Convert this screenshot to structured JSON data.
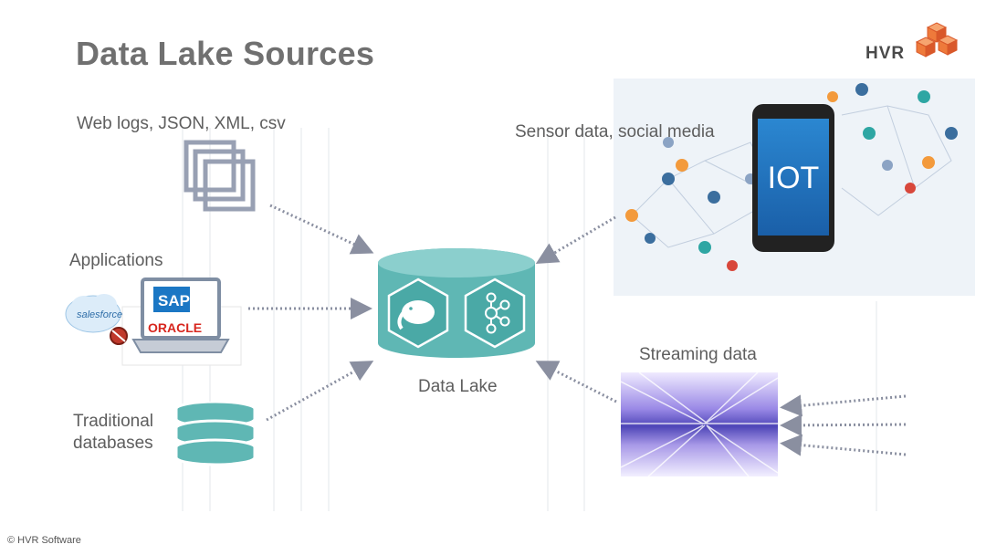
{
  "slide": {
    "title": "Data Lake Sources",
    "footer": "© HVR Software"
  },
  "brand": {
    "logo_text": "HVR",
    "accent": "#f07a3c"
  },
  "sources": {
    "web_logs": "Web logs, JSON, XML, csv",
    "applications": "Applications",
    "traditional_db_line1": "Traditional",
    "traditional_db_line2": "databases",
    "sensor": "Sensor data, social media",
    "streaming": "Streaming data"
  },
  "logos": {
    "sap": "SAP",
    "oracle": "ORACLE",
    "salesforce": "salesforce",
    "iot": "IOT"
  },
  "center": {
    "label": "Data Lake",
    "icons": [
      "hadoop-elephant-icon",
      "kafka-icon"
    ]
  },
  "colors": {
    "teal": "#5fb7b4",
    "teal_dark": "#3e9c99",
    "arrow": "#8a8fa0",
    "text": "#5e5e5e"
  }
}
